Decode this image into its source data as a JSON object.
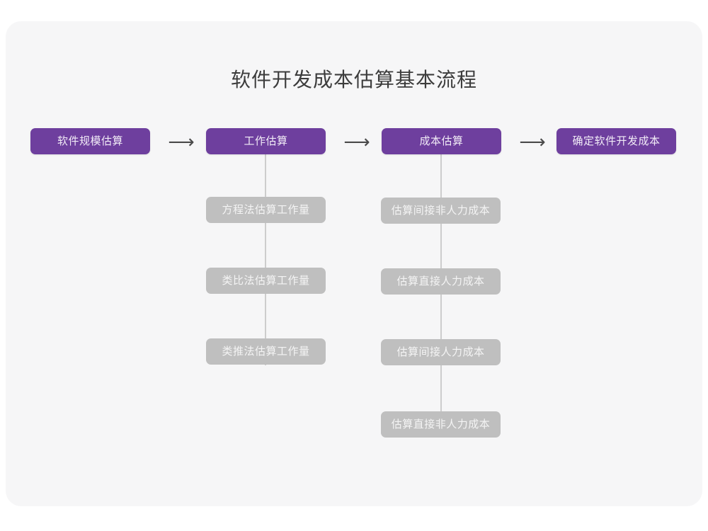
{
  "diagram": {
    "title": "软件开发成本估算基本流程",
    "arrow_glyph": "⟶",
    "colors": {
      "card_background": "#f6f6f7",
      "page_background": "#ffffff",
      "primary_node": "#6e3f9e",
      "primary_node_text": "#f2ecf7",
      "secondary_node": "#bfbfbf",
      "secondary_node_text": "#f4f4f4",
      "connector_line": "#cdcdcd",
      "arrow": "#4a4a4a",
      "title_text": "#3c3c3c"
    },
    "stages": [
      {
        "label": "软件规模估算",
        "substeps": []
      },
      {
        "label": "工作估算",
        "substeps": [
          "方程法估算工作量",
          "类比法估算工作量",
          "类推法估算工作量"
        ]
      },
      {
        "label": "成本估算",
        "substeps": [
          "估算间接非人力成本",
          "估算直接人力成本",
          "估算间接人力成本",
          "估算直接非人力成本"
        ]
      },
      {
        "label": "确定软件开发成本",
        "substeps": []
      }
    ]
  }
}
